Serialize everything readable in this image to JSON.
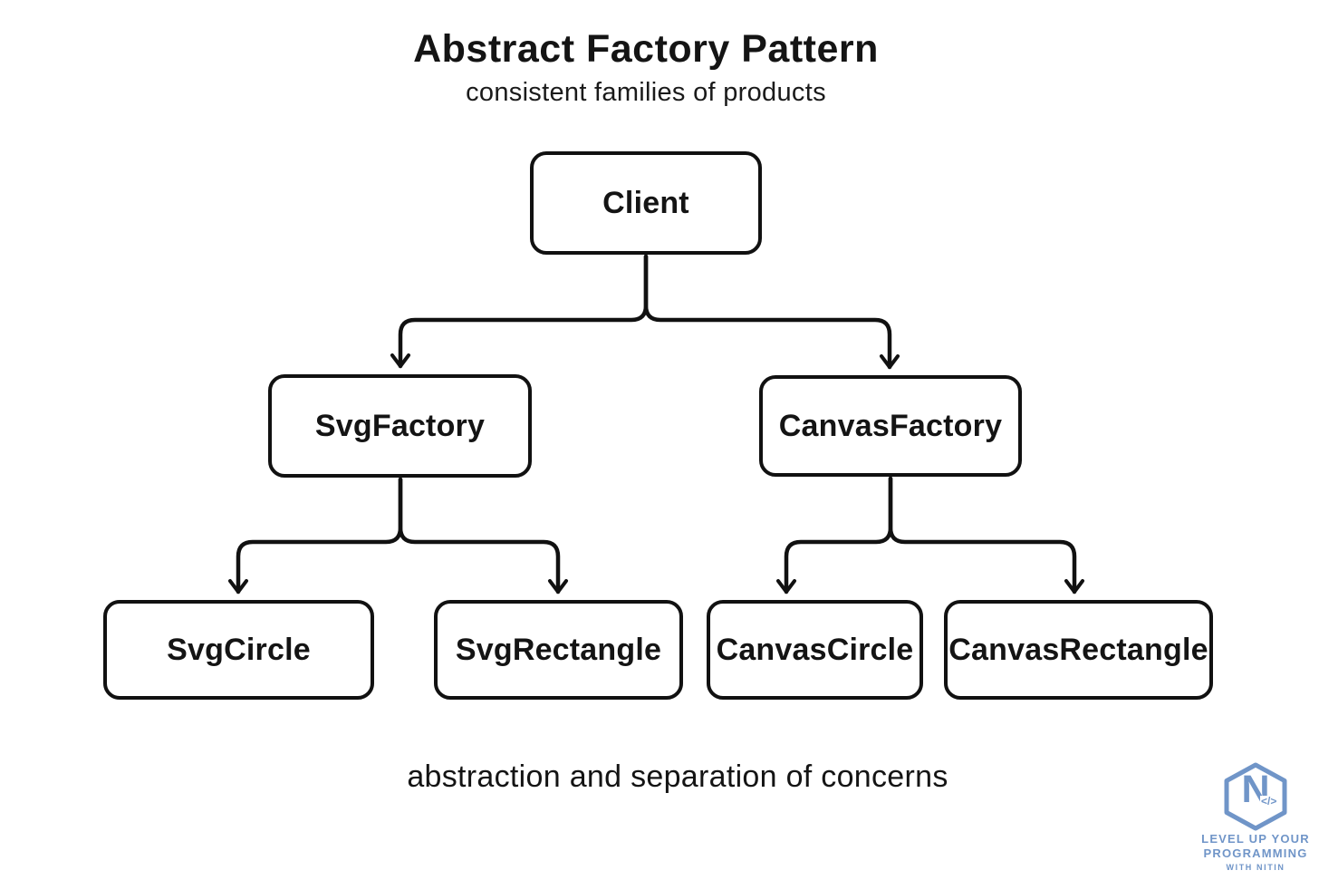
{
  "page": {
    "background_color": "#ffffff",
    "ink_color": "#111111",
    "title": "Abstract Factory Pattern",
    "subtitle": "consistent families of products",
    "caption": "abstraction and separation of concerns"
  },
  "diagram": {
    "type": "tree",
    "line_color": "#111111",
    "node_fill": "#ffffff",
    "nodes": [
      {
        "id": "client",
        "label": "Client",
        "level": 0
      },
      {
        "id": "svg-factory",
        "label": "SvgFactory",
        "level": 1
      },
      {
        "id": "canvas-factory",
        "label": "CanvasFactory",
        "level": 1
      },
      {
        "id": "svg-circle",
        "label": "SvgCircle",
        "level": 2
      },
      {
        "id": "svg-rectangle",
        "label": "SvgRectangle",
        "level": 2
      },
      {
        "id": "canvas-circle",
        "label": "CanvasCircle",
        "level": 2
      },
      {
        "id": "canvas-rectangle",
        "label": "CanvasRectangle",
        "level": 2
      }
    ],
    "edges": [
      {
        "from": "client",
        "to": "svg-factory"
      },
      {
        "from": "client",
        "to": "canvas-factory"
      },
      {
        "from": "svg-factory",
        "to": "svg-circle"
      },
      {
        "from": "svg-factory",
        "to": "svg-rectangle"
      },
      {
        "from": "canvas-factory",
        "to": "canvas-circle"
      },
      {
        "from": "canvas-factory",
        "to": "canvas-rectangle"
      }
    ]
  },
  "logo": {
    "color": "#7095c8",
    "monogram": "N",
    "code_glyph": "</>",
    "line1": "LEVEL UP YOUR",
    "line2": "PROGRAMMING",
    "line3": "WITH NITIN"
  }
}
